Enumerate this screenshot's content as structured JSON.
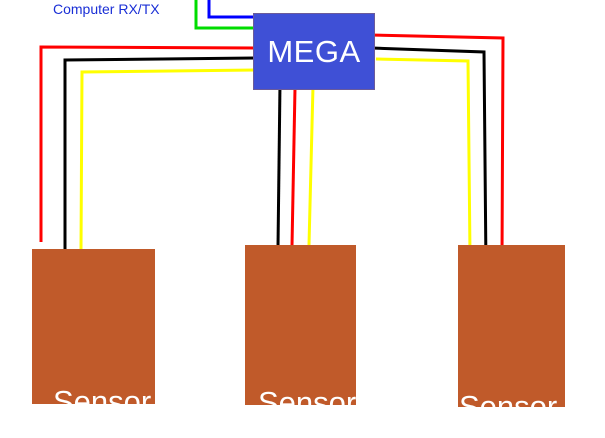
{
  "labels": {
    "computer_link": "Computer RX/TX",
    "controller": "MEGA",
    "sensors": [
      "Sensor",
      "Sensor",
      "Sensor"
    ]
  },
  "colors": {
    "controller_fill": "#3f50d6",
    "sensor_fill": "#c05a2a",
    "computer_label": "#1a2fd6",
    "wire_power": "#ff0000",
    "wire_ground": "#000000",
    "wire_signal": "#ffff00",
    "wire_rx": "#0000ff",
    "wire_tx": "#00dd00"
  }
}
